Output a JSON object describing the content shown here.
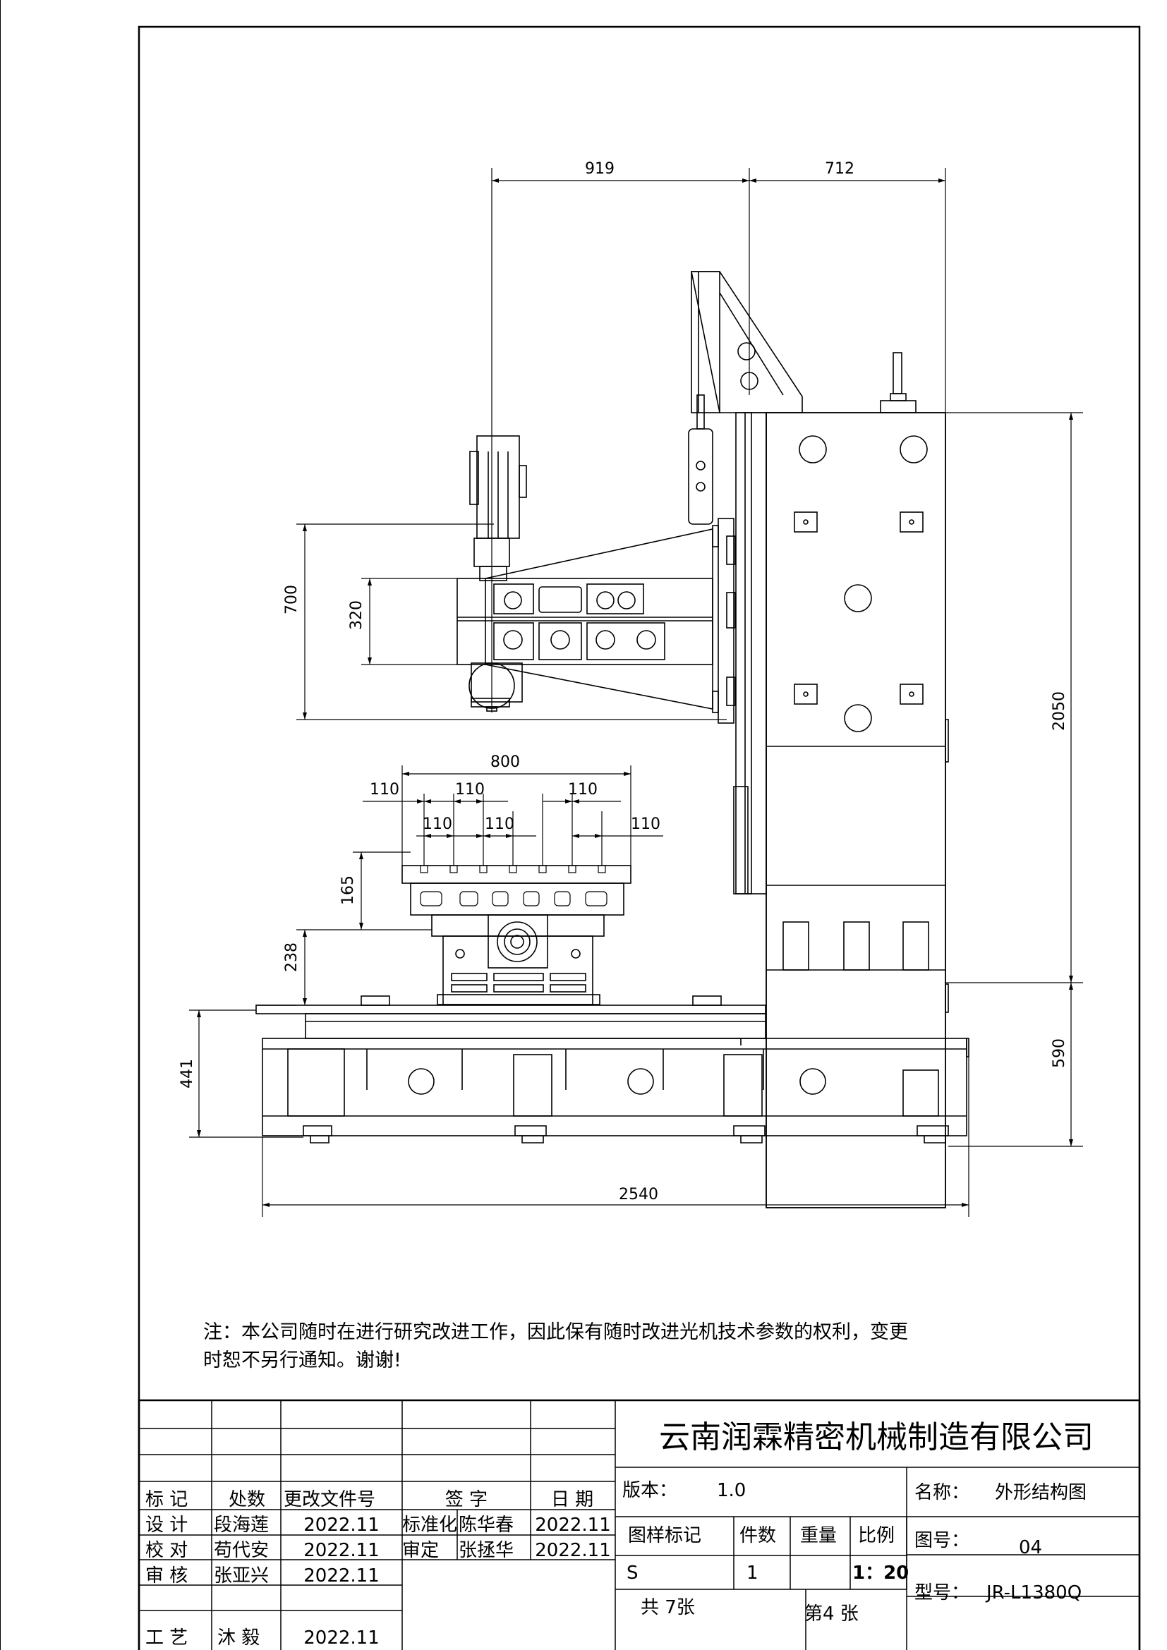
{
  "dimensions": {
    "d919": "919",
    "d712": "712",
    "d700": "700",
    "d320": "320",
    "d800": "800",
    "d110": "110",
    "d165": "165",
    "d238": "238",
    "d441": "441",
    "d2050": "2050",
    "d590": "590",
    "d2540": "2540"
  },
  "note": {
    "line1": "注：本公司随时在进行研究改进工作，因此保有随时改进光机技术参数的权利，变更",
    "line2": "时恕不另行通知。谢谢!"
  },
  "title_block": {
    "company": "云南润霖精密机械制造有限公司",
    "headers": [
      "标 记",
      "处数",
      "更改文件号",
      "签 字",
      "日 期"
    ],
    "rows": [
      {
        "role": "设 计",
        "name": "段海莲",
        "date": "2022.11",
        "role2": "标准化",
        "name2": "陈华春",
        "date2": "2022.11"
      },
      {
        "role": "校 对",
        "name": "苟代安",
        "date": "2022.11",
        "role2": "审定",
        "name2": "张拯华",
        "date2": "2022.11"
      },
      {
        "role": "审 核",
        "name": "张亚兴",
        "date": "2022.11"
      },
      {
        "role": "工 艺",
        "name": "沐 毅",
        "date": "2022.11"
      }
    ],
    "version_label": "版本：",
    "version_value": "1.0",
    "sample_mark_label": "图样标记",
    "quantity_label": "件数",
    "weight_label": "重量",
    "scale_label": "比例",
    "sample_mark_value": "S",
    "quantity_value": "1",
    "scale_value": "1：20",
    "sheets_total": "共 7张",
    "sheet_no": "第4 张",
    "name_label": "名称：",
    "name_value": "外形结构图",
    "drawing_no_label": "图号：",
    "drawing_no_value": "04",
    "model_label": "型号：",
    "model_value": "JR-L1380Q"
  }
}
